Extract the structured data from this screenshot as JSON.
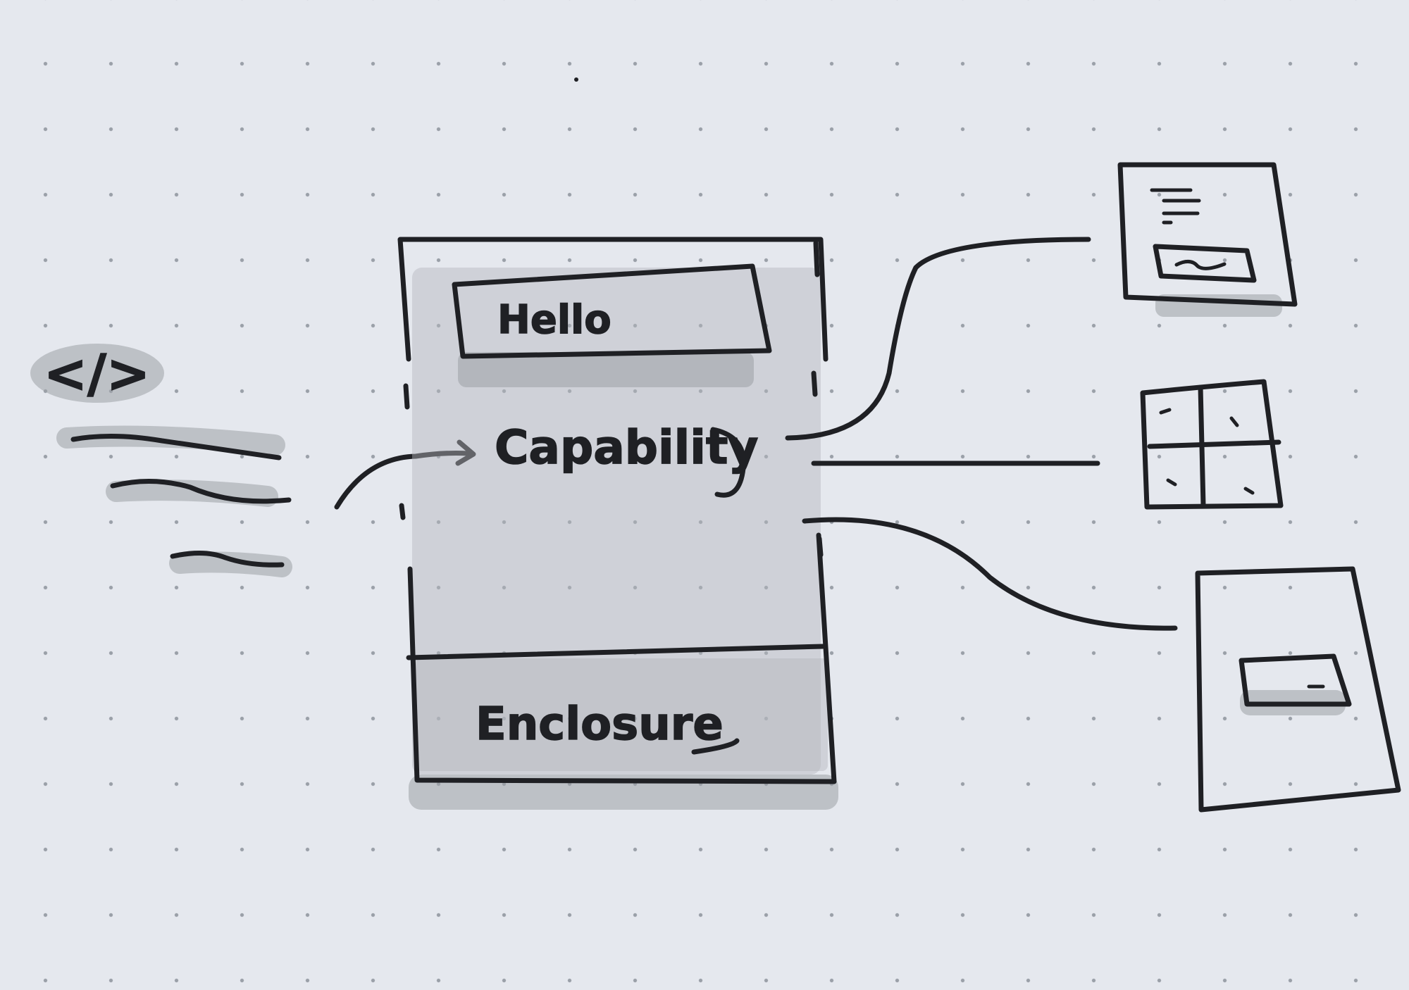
{
  "labels": {
    "hello": "Hello",
    "capability": "Capability",
    "enclosure": "Enclosure",
    "code_symbol": "</>"
  },
  "icons": {
    "code": "code-brackets-icon",
    "document": "document-form-icon",
    "grid": "grid-table-icon",
    "panel": "panel-button-icon"
  },
  "colors": {
    "paper": "#e5e8ee",
    "ink": "#1f2024",
    "marker": "#9da0a6"
  }
}
